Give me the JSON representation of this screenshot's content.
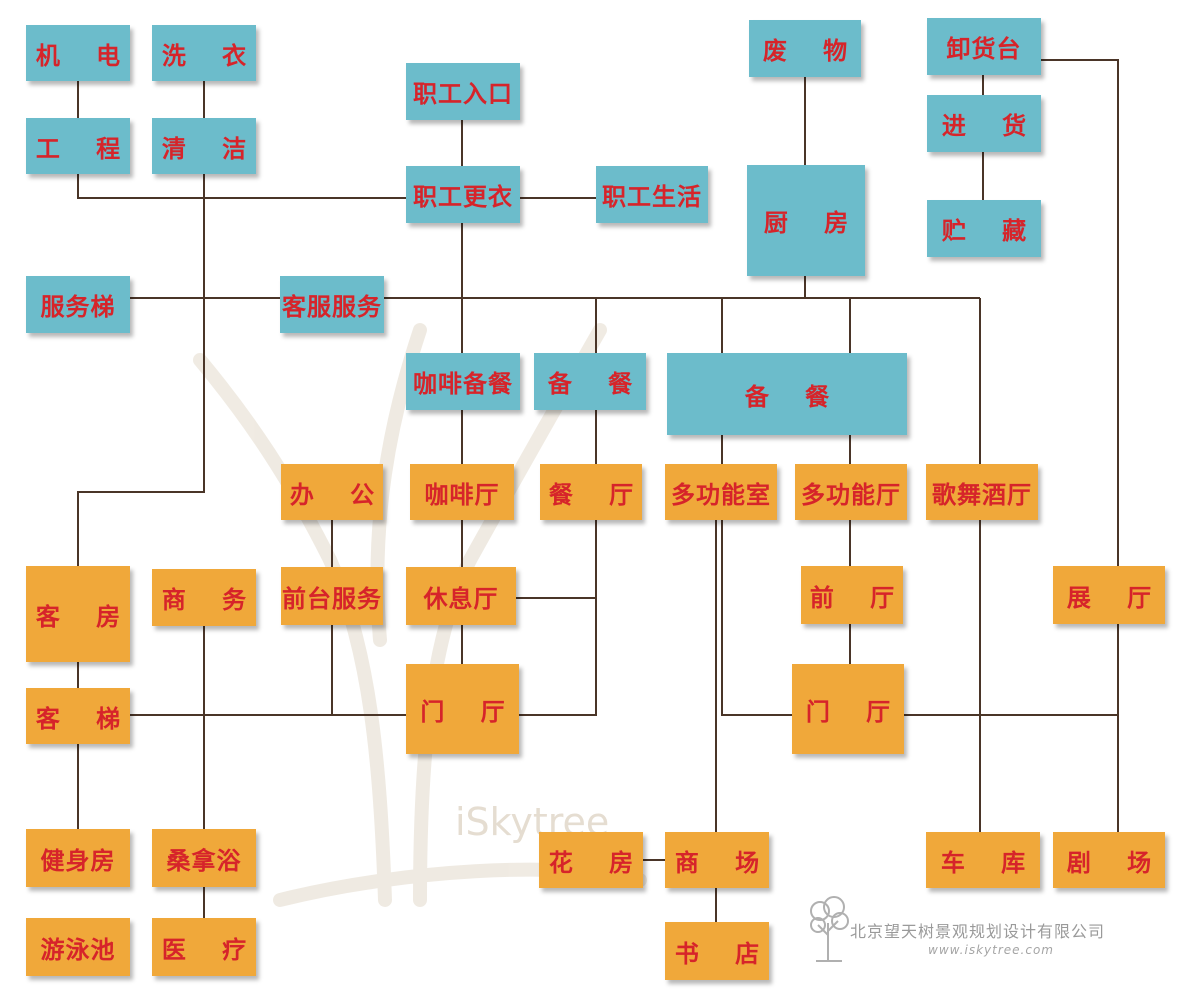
{
  "colors": {
    "service_fill": "#6cbccb",
    "public_fill": "#f0a83a",
    "label": "#d6242a",
    "connector": "#4a3528"
  },
  "nodes": {
    "jidian": "机 电",
    "xiyi": "洗 衣",
    "gongcheng": "工 程",
    "qingjie": "清 洁",
    "zhigong_rukou": "职工入口",
    "zhigong_gengyi": "职工更衣",
    "zhigong_shenghuo": "职工生活",
    "feiwu": "废 物",
    "chufang": "厨 房",
    "xiehuotai": "卸货台",
    "jinhuo": "进 货",
    "zhucang": "贮 藏",
    "fuwuti": "服务梯",
    "kefu_fuwu": "客服服务",
    "kafei_beican": "咖啡备餐",
    "beican_small": "备 餐",
    "beican_big": "备 餐",
    "bangong": "办 公",
    "kafeiting": "咖啡厅",
    "canting": "餐 厅",
    "duogongneng_shi": "多功能室",
    "duogongneng_ting": "多功能厅",
    "gewu_jiuting": "歌舞酒厅",
    "kefang": "客 房",
    "shangwu": "商 务",
    "qiantai_fuwu": "前台服务",
    "xiuxiting": "休息厅",
    "qianting": "前 厅",
    "zhanting": "展 厅",
    "keti": "客 梯",
    "menting_left": "门 厅",
    "menting_right": "门 厅",
    "jianshenfang": "健身房",
    "sangnayu": "桑拿浴",
    "huafang": "花 房",
    "shangchang": "商 场",
    "cheku": "车 库",
    "juchang": "剧 场",
    "youyongchi": "游泳池",
    "yiliao": "医 疗",
    "shudian": "书 店"
  },
  "watermark": {
    "center_text": "iSkytree",
    "company": "北京望天树景观规划设计有限公司",
    "url": "www.iskytree.com"
  }
}
